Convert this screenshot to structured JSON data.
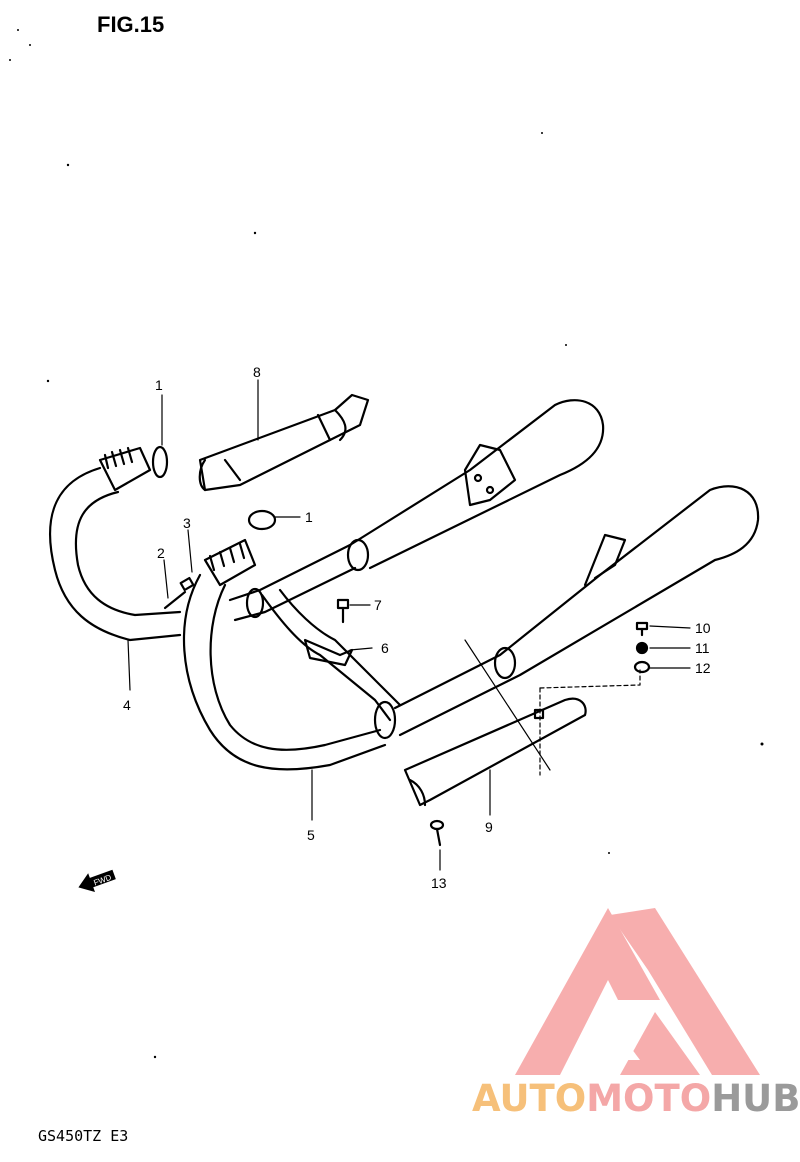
{
  "figure": {
    "title": "FIG.15",
    "model": "GS450TZ E3"
  },
  "fwd_label": "FWD",
  "callouts": [
    {
      "id": "c1a",
      "label": "1"
    },
    {
      "id": "c1b",
      "label": "1"
    },
    {
      "id": "c2",
      "label": "2"
    },
    {
      "id": "c3",
      "label": "3"
    },
    {
      "id": "c4",
      "label": "4"
    },
    {
      "id": "c5",
      "label": "5"
    },
    {
      "id": "c6",
      "label": "6"
    },
    {
      "id": "c7",
      "label": "7"
    },
    {
      "id": "c8",
      "label": "8"
    },
    {
      "id": "c9",
      "label": "9"
    },
    {
      "id": "c10",
      "label": "10"
    },
    {
      "id": "c11",
      "label": "11"
    },
    {
      "id": "c12",
      "label": "12"
    },
    {
      "id": "c13",
      "label": "13"
    }
  ],
  "watermark": {
    "part1": "AUTO",
    "part2": "MOTO",
    "part3": "HUB",
    "colors": {
      "triangle": "#f6a0a0",
      "auto": "#f6c07a",
      "moto": "#f4a7a7",
      "hub": "#9a9a9a"
    }
  }
}
